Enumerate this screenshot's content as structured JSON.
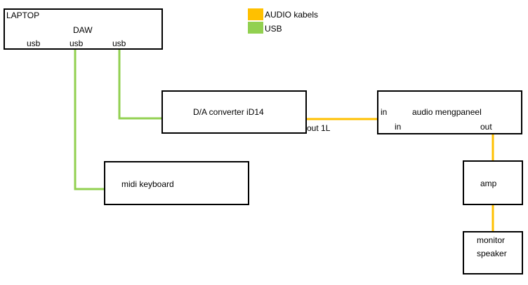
{
  "legend": {
    "audio": {
      "label": "AUDIO kabels",
      "color": "#FFC000"
    },
    "usb": {
      "label": "USB",
      "color": "#92D050"
    }
  },
  "laptop": {
    "title": "LAPTOP",
    "software": "DAW",
    "ports": [
      "usb",
      "usb",
      "usb"
    ]
  },
  "converter": {
    "label": "D/A converter iD14",
    "out_port": "out 1L"
  },
  "panel": {
    "label": "audio mengpaneel",
    "in_left": "in",
    "in_bottom": "in",
    "out": "out"
  },
  "keyboard": {
    "label": "midi keyboard"
  },
  "amp": {
    "label": "amp"
  },
  "speaker": {
    "label_line1": "monitor",
    "label_line2": "speaker"
  },
  "colors": {
    "line": "#000000",
    "audio": "#FFC000",
    "usb": "#92D050"
  }
}
